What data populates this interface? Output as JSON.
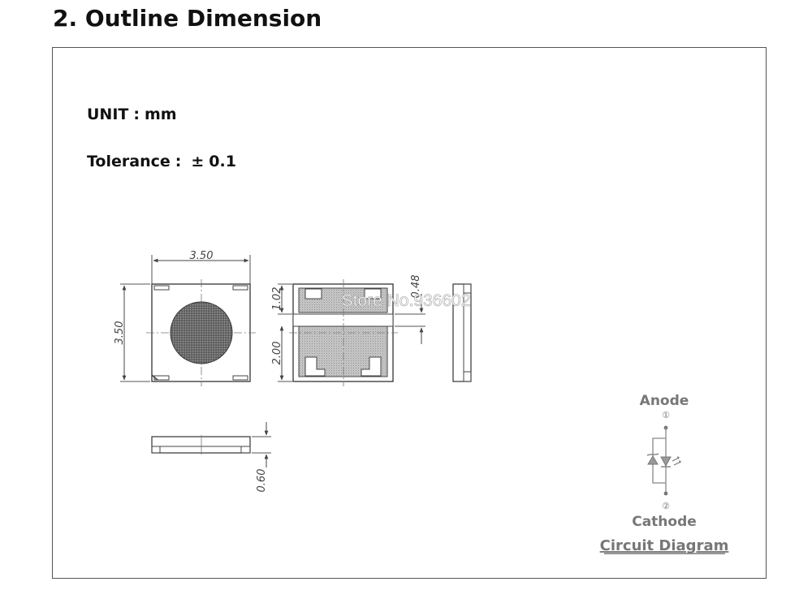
{
  "section": {
    "title": "2. Outline Dimension"
  },
  "specs": {
    "unit_label": "UNIT",
    "unit_value": "mm",
    "tolerance_label": "Tolerance",
    "tolerance_symbol": "±",
    "tolerance_value": "0.1"
  },
  "dimensions": {
    "top_width": "3.50",
    "left_height": "3.50",
    "bottom_upper": "1.02",
    "bottom_lower": "2.00",
    "pad_offset": "0.48",
    "side_thickness": "0.60"
  },
  "watermark": {
    "text": "Store No.936602"
  },
  "circuit": {
    "anode_label": "Anode",
    "anode_pin": "①",
    "cathode_label": "Cathode",
    "cathode_pin": "②",
    "caption": "Circuit Diagram"
  }
}
